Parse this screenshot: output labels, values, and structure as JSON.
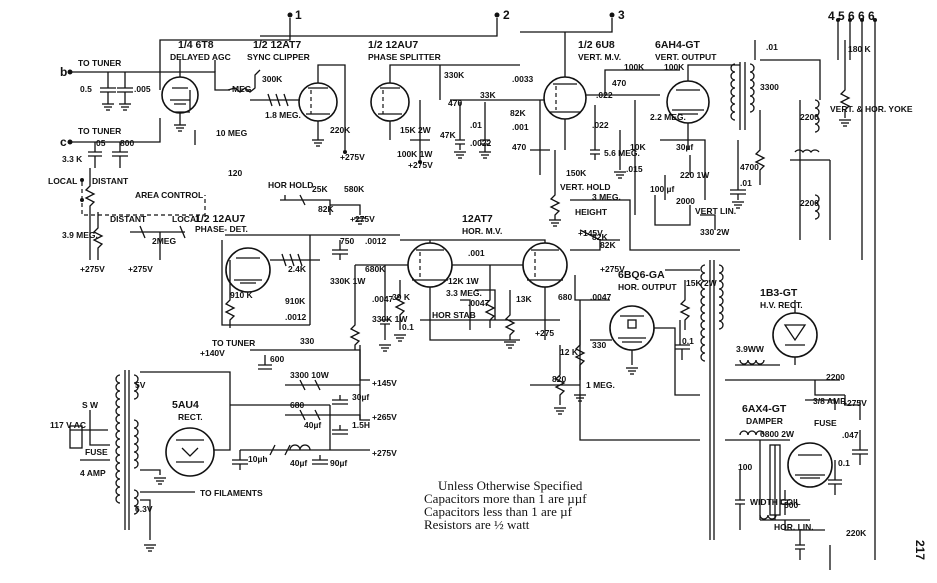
{
  "terminals": {
    "t1": "1",
    "t2": "2",
    "t3": "3",
    "t456": "4 5 6 6 6",
    "tb": "b",
    "tc": "c"
  },
  "tubes": {
    "agc": [
      "1/4 6T8",
      "DELAYED AGC"
    ],
    "sync": [
      "1/2 12AT7",
      "SYNC CLIPPER"
    ],
    "split": [
      "1/2 12AU7",
      "PHASE SPLITTER"
    ],
    "vmv": [
      "1/2 6U8",
      "VERT. M.V."
    ],
    "vout": [
      "6AH4-GT",
      "VERT. OUTPUT"
    ],
    "det": [
      "1/2 12AU7",
      "PHASE- DET."
    ],
    "hmv": [
      "12AT7",
      "HOR. M.V."
    ],
    "hout": [
      "6BQ6-GA",
      "HOR. OUTPUT"
    ],
    "hv": [
      "1B3-GT",
      "H.V. RECT."
    ],
    "rect": [
      "5AU4",
      "RECT."
    ],
    "damper": [
      "6AX4-GT",
      "DAMPER"
    ]
  },
  "labels": {
    "to_tuner_b": "TO TUNER",
    "to_tuner_c": "TO TUNER",
    "to_tuner_140": "TO TUNER",
    "local_distant": "LOCAL",
    "distant": "DISTANT",
    "area_control": "AREA CONTROL",
    "distant2": "DISTANT",
    "local2": "LOCAL",
    "vert_hold": "VERT. HOLD",
    "height": "HEIGHT",
    "vert_lin": "VERT LIN.",
    "hor_hold": "HOR HOLD",
    "hor_stab": "HOR STAB",
    "yoke": "VERT. & HOR. YOKE",
    "width_coil": "WIDTH COIL",
    "hor_lin": "HOR. LIN.",
    "fuse_amp": "3/8 AMP.",
    "fuse": "FUSE",
    "fuse_4": "FUSE",
    "amp4": "4 AMP",
    "sw": "S W",
    "ac": "117 V AC",
    "to_filaments": "TO FILAMENTS",
    "v5": "5V",
    "v63": "6.3V"
  },
  "components": [
    "0.5",
    ".005",
    "05",
    "800",
    "3.3 K",
    "3.9 MEG.",
    "2MEG",
    "MEG",
    "300K",
    "1.8 MEG.",
    "220K",
    "15K 2W",
    "100K 1W",
    "330K",
    "470",
    "33K",
    ".0033",
    "47K",
    ".01",
    ".0022",
    "82K",
    ".001",
    "470",
    "100K",
    "470",
    "100K",
    "2.2 MEG.",
    "10K",
    ".015",
    ".022",
    ".022",
    "5.6 MEG.",
    "150K",
    "3 MEG.",
    "82K",
    "30µf",
    "220 1W",
    "100 µf",
    "2000",
    "4700",
    ".01",
    "3300",
    "180 K",
    "2200",
    "2200",
    "330 2W",
    ".01",
    "10 MEG",
    "120",
    "25K",
    "580K",
    "82K",
    "750",
    ".0012",
    "2.4K",
    "910 K",
    "910K",
    ".0012",
    "330K 1W",
    "680K",
    ".0047",
    "39 K",
    "330K 1W",
    "0.1",
    ".001",
    "12K 1W",
    "3.3 MEG.",
    ".0047",
    "13K",
    "680",
    ".0047",
    "82K",
    "15K 2W",
    "0.1",
    "330",
    "12 K",
    "820",
    "1 MEG.",
    "3.9WW",
    "2200",
    "600",
    "330",
    "3300 10W",
    "680",
    "40µf",
    "30µf",
    "1.5H",
    "40µf",
    "90µf",
    "10µh",
    "6800 2W",
    "100",
    "500",
    "0.1",
    ".047",
    "220K"
  ],
  "supplies": [
    "+275V",
    "+275V",
    "+275V",
    "+275V",
    "+275V",
    "+275V",
    "+145V",
    "+140V",
    "+145V",
    "+265V",
    "+275V",
    "+275",
    "+275V"
  ],
  "notes": {
    "title": "Unless Otherwise Specified",
    "line1": "Capacitors more than 1 are µµf",
    "line2": "Capacitors less than 1 are µf",
    "line3": "Resistors are ½ watt"
  },
  "page_number": "217"
}
